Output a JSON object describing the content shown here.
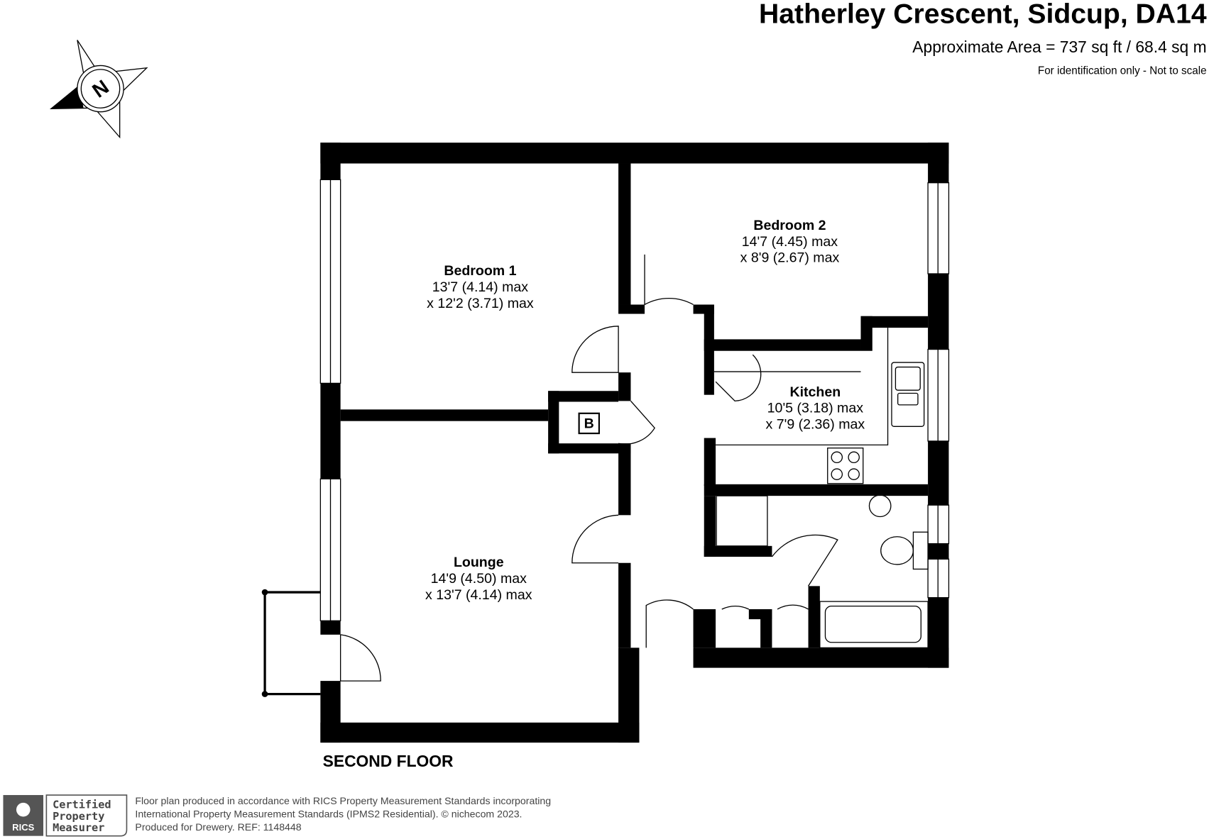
{
  "header": {
    "title": "Hatherley Crescent, Sidcup, DA14",
    "area": "Approximate Area = 737 sq ft / 68.4 sq m",
    "note": "For identification only - Not to scale"
  },
  "compass": {
    "letter": "N"
  },
  "rooms": [
    {
      "name": "Bedroom 1",
      "dim1": "13'7 (4.14) max",
      "dim2": "x 12'2 (3.71) max"
    },
    {
      "name": "Bedroom 2",
      "dim1": "14'7 (4.45) max",
      "dim2": "x 8'9 (2.67) max"
    },
    {
      "name": "Kitchen",
      "dim1": "10'5 (3.18) max",
      "dim2": "x 7'9 (2.36) max"
    },
    {
      "name": "Lounge",
      "dim1": "14'9 (4.50) max",
      "dim2": "x 13'7 (4.14) max"
    }
  ],
  "boiler_label": "B",
  "floor_label": "SECOND FLOOR",
  "footer": {
    "badge_logo": "RICS",
    "badge_lines": [
      "Certified",
      "Property",
      "Measurer"
    ],
    "lines": [
      "Floor plan produced in accordance with RICS Property Measurement Standards incorporating",
      "International Property Measurement Standards (IPMS2 Residential).   © nichecom 2023.",
      "Produced for Drewery.   REF: 1148448"
    ]
  }
}
